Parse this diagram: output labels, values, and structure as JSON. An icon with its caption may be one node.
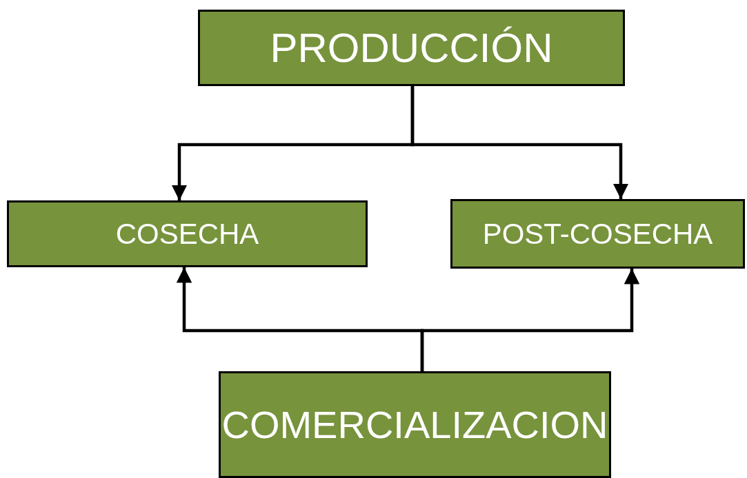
{
  "diagram": {
    "nodes": [
      {
        "text": [
          "PRODUCCIÓN"
        ]
      },
      {
        "text": [
          "COSECHA"
        ]
      },
      {
        "text": [
          "POST-COSECHA"
        ]
      },
      {
        "text": [
          "COMERCIALIZACION"
        ]
      }
    ],
    "edges": [
      {
        "from": 0,
        "to": 1,
        "arrow": "to"
      },
      {
        "from": 0,
        "to": 2,
        "arrow": "to"
      },
      {
        "from": 3,
        "to": 1,
        "arrow": "to"
      },
      {
        "from": 3,
        "to": 2,
        "arrow": "to"
      }
    ]
  }
}
